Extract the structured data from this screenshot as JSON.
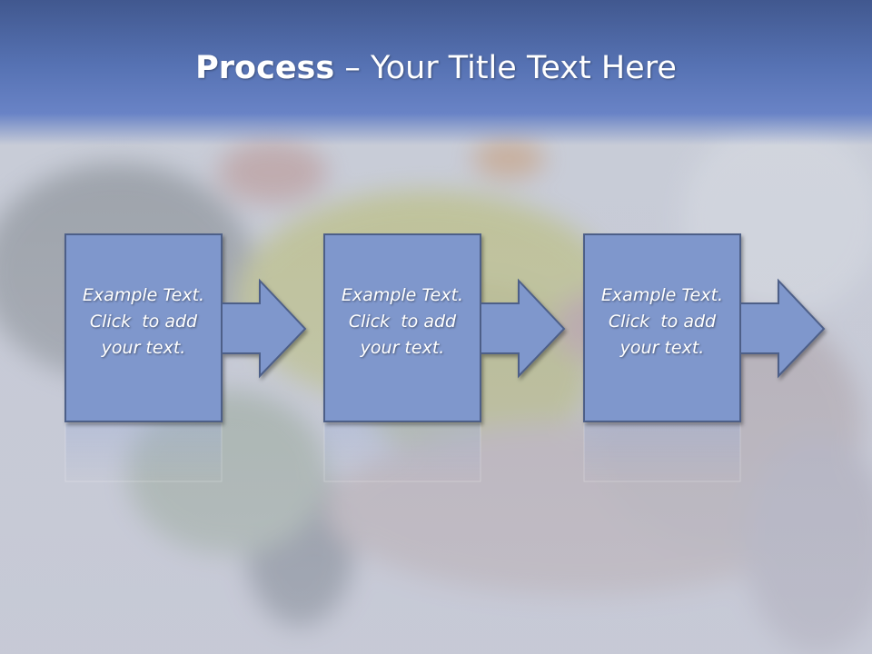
{
  "slide": {
    "title_bold": "Process",
    "title_rest": " – Your Title Text Here"
  },
  "steps": [
    {
      "line1": "Example Text.",
      "line2": "Click  to add",
      "line3": "your text."
    },
    {
      "line1": "Example Text.",
      "line2": "Click  to add",
      "line3": "your text."
    },
    {
      "line1": "Example Text.",
      "line2": "Click  to add",
      "line3": "your text."
    }
  ],
  "colors": {
    "shape_fill": "#7f97cc",
    "shape_stroke": "#4e5f88",
    "title_band": "#5672b3"
  },
  "background_image": "hand-holding-yellow-citron"
}
